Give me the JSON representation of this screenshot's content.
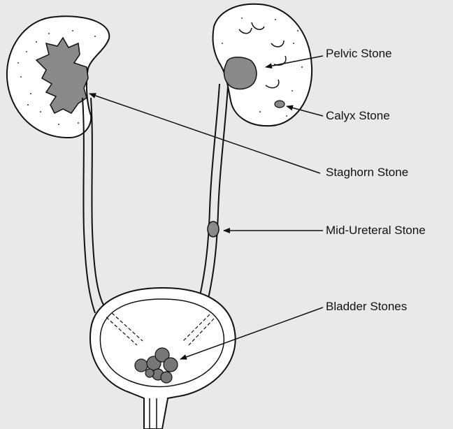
{
  "labels": {
    "pelvic": "Pelvic Stone",
    "calyx": "Calyx Stone",
    "staghorn": "Staghorn Stone",
    "mid_ureteral": "Mid-Ureteral Stone",
    "bladder": "Bladder Stones"
  },
  "colors": {
    "background": "#e9e9e9",
    "organ_fill": "#ffffff",
    "stone_fill": "#8a8a8a",
    "line": "#111111"
  }
}
